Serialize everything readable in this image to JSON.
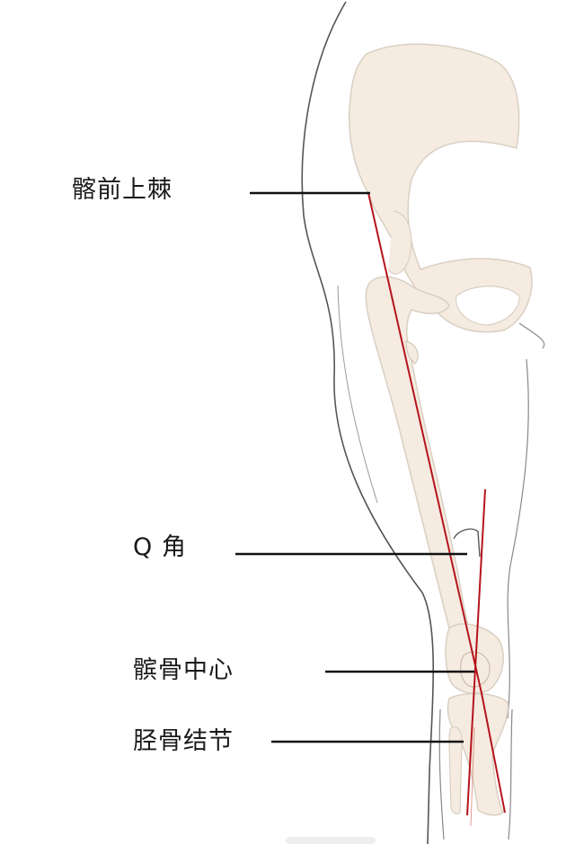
{
  "labels": {
    "asis": "髂前上棘",
    "q_angle": "Q 角",
    "patella_center": "髌骨中心",
    "tibial_tuberosity": "胫骨结节"
  },
  "colors": {
    "bone_fill": "#f5ebe0",
    "bone_outline": "#d9cfc3",
    "body_outline": "#555555",
    "axis_line": "#b5141c",
    "leader_line": "#111111",
    "text": "#1a1a1a"
  }
}
